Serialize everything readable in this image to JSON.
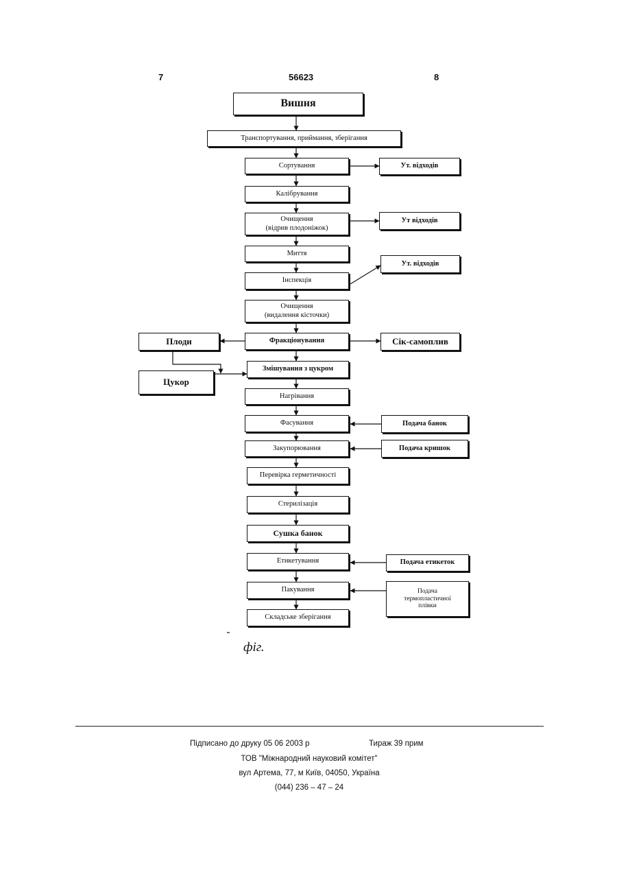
{
  "header": {
    "left_page": "7",
    "patent_number": "56623",
    "right_page": "8"
  },
  "flowchart": {
    "steps": [
      {
        "lines": [
          "Вишня"
        ]
      },
      {
        "lines": [
          "Транспортування, приймання, зберігання"
        ]
      },
      {
        "lines": [
          "Сортування"
        ]
      },
      {
        "lines": [
          "Калібрування"
        ]
      },
      {
        "lines": [
          "Очищення",
          "(відрив плодоніжок)"
        ]
      },
      {
        "lines": [
          "Миття"
        ]
      },
      {
        "lines": [
          "Інспекція"
        ]
      },
      {
        "lines": [
          "Очищення",
          "(видалення кісточки)"
        ]
      },
      {
        "lines": [
          "Фракціонування"
        ]
      },
      {
        "lines": [
          "Змішування з цукром"
        ]
      },
      {
        "lines": [
          "Нагрівання"
        ]
      },
      {
        "lines": [
          "Фасування"
        ]
      },
      {
        "lines": [
          "Закупорювання"
        ]
      },
      {
        "lines": [
          "Перевірка герметичності"
        ]
      },
      {
        "lines": [
          "Стерилізація"
        ]
      },
      {
        "lines": [
          "Сушка банок"
        ]
      },
      {
        "lines": [
          "Етикетування"
        ]
      },
      {
        "lines": [
          "Пакування"
        ]
      },
      {
        "lines": [
          "Складське зберігання"
        ]
      }
    ],
    "side_boxes": [
      {
        "lines": [
          "Ут. відходів"
        ]
      },
      {
        "lines": [
          "Ут відходів"
        ]
      },
      {
        "lines": [
          "Ут. відходів"
        ]
      },
      {
        "lines": [
          "Плоди"
        ]
      },
      {
        "lines": [
          "Сік-самоплив"
        ]
      },
      {
        "lines": [
          "Цукор"
        ]
      },
      {
        "lines": [
          "Подача банок"
        ]
      },
      {
        "lines": [
          "Подача кришок"
        ]
      },
      {
        "lines": [
          "Подача етикеток"
        ]
      },
      {
        "lines": [
          "Подача",
          "термопластичної",
          "плівки"
        ]
      }
    ]
  },
  "caption": "фіг.",
  "footer": {
    "signed": "Підписано до друку 05 06 2003 р",
    "circulation": "Тираж 39 прим",
    "organization": "ТОВ \"Міжнародний науковий комітет\"",
    "address": "вул  Артема, 77, м  Київ, 04050, Україна",
    "phone": "(044) 236 – 47 – 24"
  }
}
